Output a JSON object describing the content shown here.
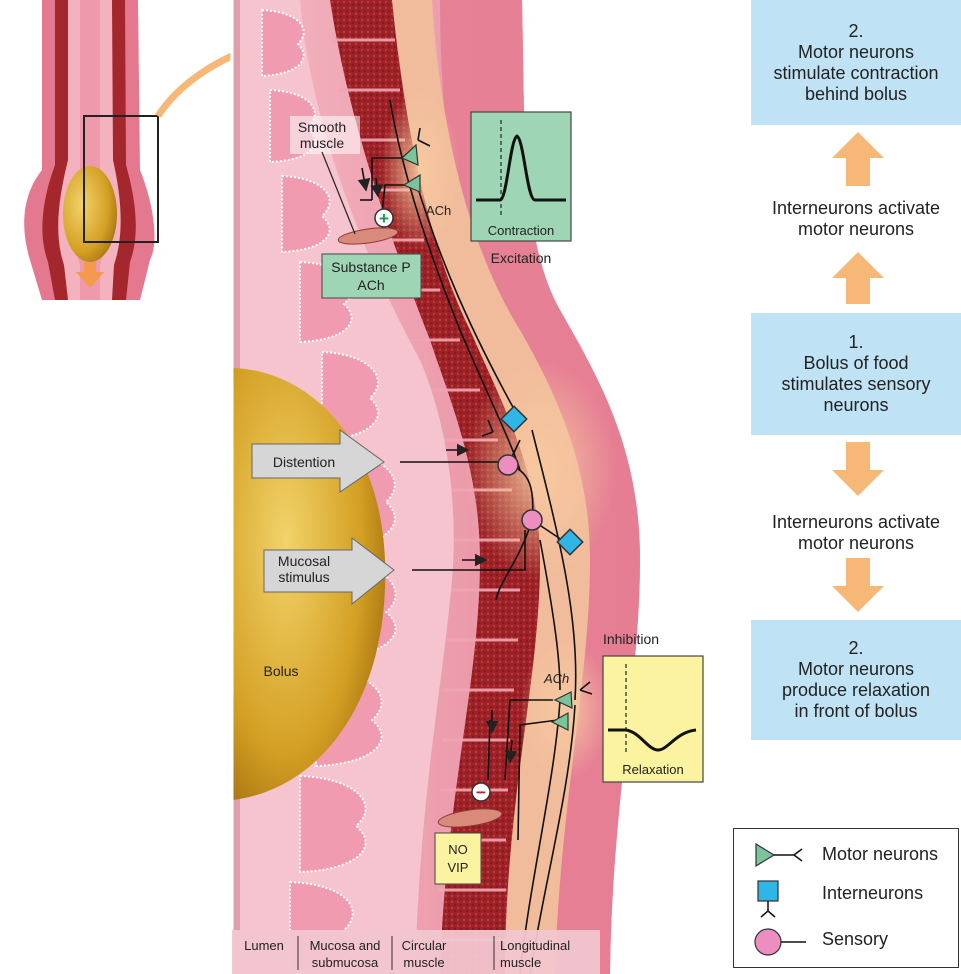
{
  "diagram": {
    "labels": {
      "smooth_muscle_line1": "Smooth",
      "smooth_muscle_line2": "muscle",
      "ach_top": "ACh",
      "ach_bottom": "ACh",
      "substance_p_line1": "Substance P",
      "substance_p_line2": "ACh",
      "contraction": "Contraction",
      "excitation": "Excitation",
      "distention": "Distention",
      "mucosal_line1": "Mucosal",
      "mucosal_line2": "stimulus",
      "bolus": "Bolus",
      "inhibition": "Inhibition",
      "relaxation": "Relaxation",
      "no_vip_line1": "NO",
      "no_vip_line2": "VIP",
      "plus_sign": "+",
      "minus_sign": "−"
    },
    "bottom_labels": {
      "lumen": "Lumen",
      "mucosa_line1": "Mucosa and",
      "mucosa_line2": "submucosa",
      "circular_line1": "Circular",
      "circular_line2": "muscle",
      "longitudinal_line1": "Longitudinal",
      "longitudinal_line2": "muscle"
    }
  },
  "flow": {
    "step_top": {
      "number": "2.",
      "line1": "Motor neurons",
      "line2": "stimulate contraction",
      "line3": "behind bolus"
    },
    "interneurons_upper": {
      "line1": "Interneurons activate",
      "line2": "motor neurons"
    },
    "step_middle": {
      "number": "1.",
      "line1": "Bolus of food",
      "line2": "stimulates sensory",
      "line3": "neurons"
    },
    "interneurons_lower": {
      "line1": "Interneurons activate",
      "line2": "motor neurons"
    },
    "step_bottom": {
      "number": "2.",
      "line1": "Motor neurons",
      "line2": "produce relaxation",
      "line3": "in front of bolus"
    }
  },
  "legend": {
    "items": [
      {
        "label": "Motor neurons",
        "symbol": "triangle-icon",
        "color": "#79c49a"
      },
      {
        "label": "Interneurons",
        "symbol": "square-icon",
        "color": "#2fb5e6"
      },
      {
        "label": "Sensory",
        "symbol": "circle-icon",
        "color": "#ec8fc0"
      }
    ]
  },
  "colors": {
    "flow_box": "#bfe3f5",
    "arrow": "#f7b877",
    "label_green": "#9ed6b5",
    "label_yellow": "#fcf3a0",
    "tissue_pink": "#f0a5b3",
    "muscle_red": "#9c2227",
    "bolus_gold": "#d7a42a"
  }
}
